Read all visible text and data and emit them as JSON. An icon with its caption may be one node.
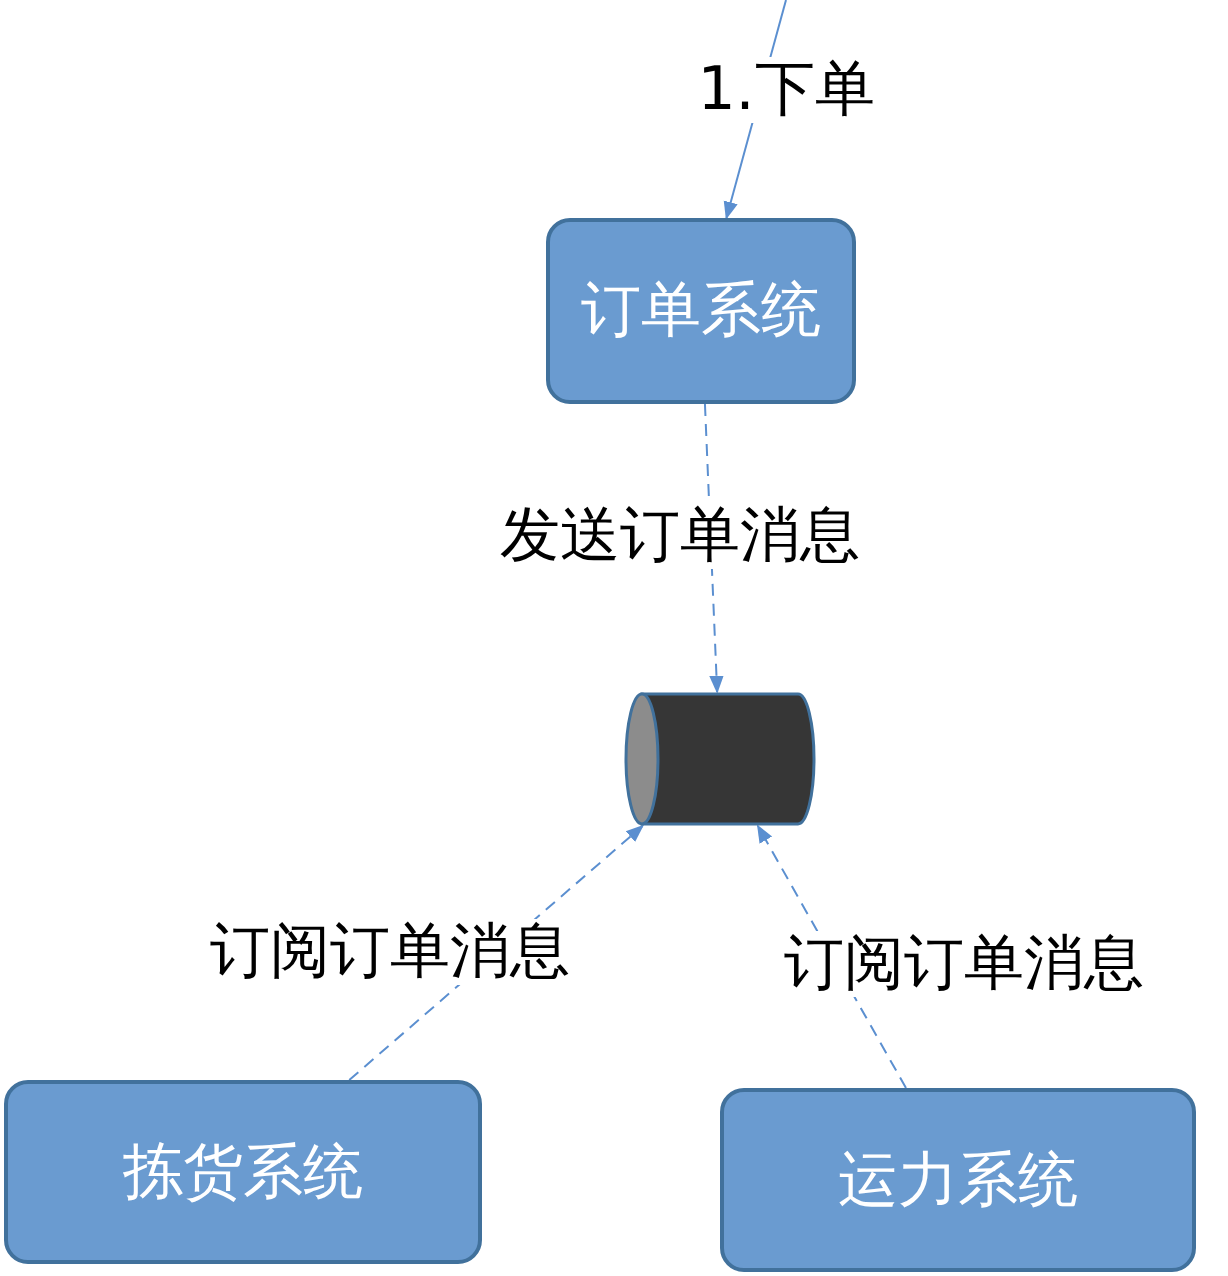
{
  "diagram": {
    "nodes": [
      {
        "text": [
          "订单系统"
        ]
      },
      {
        "text": [],
        "shape": "cylinder"
      },
      {
        "text": [
          "拣货系统"
        ]
      },
      {
        "text": [
          "运力系统"
        ]
      }
    ],
    "edges": [
      {
        "from": null,
        "to": 0,
        "arrow": "to",
        "label": "1.下单"
      },
      {
        "from": 0,
        "to": 1,
        "arrow": "to",
        "style": "dashed",
        "label": "发送订单消息"
      },
      {
        "from": 2,
        "to": 1,
        "arrow": "to",
        "style": "dashed",
        "label": "订阅订单消息"
      },
      {
        "from": 3,
        "to": 1,
        "arrow": "to",
        "style": "dashed",
        "label": "订阅订单消息"
      }
    ]
  }
}
